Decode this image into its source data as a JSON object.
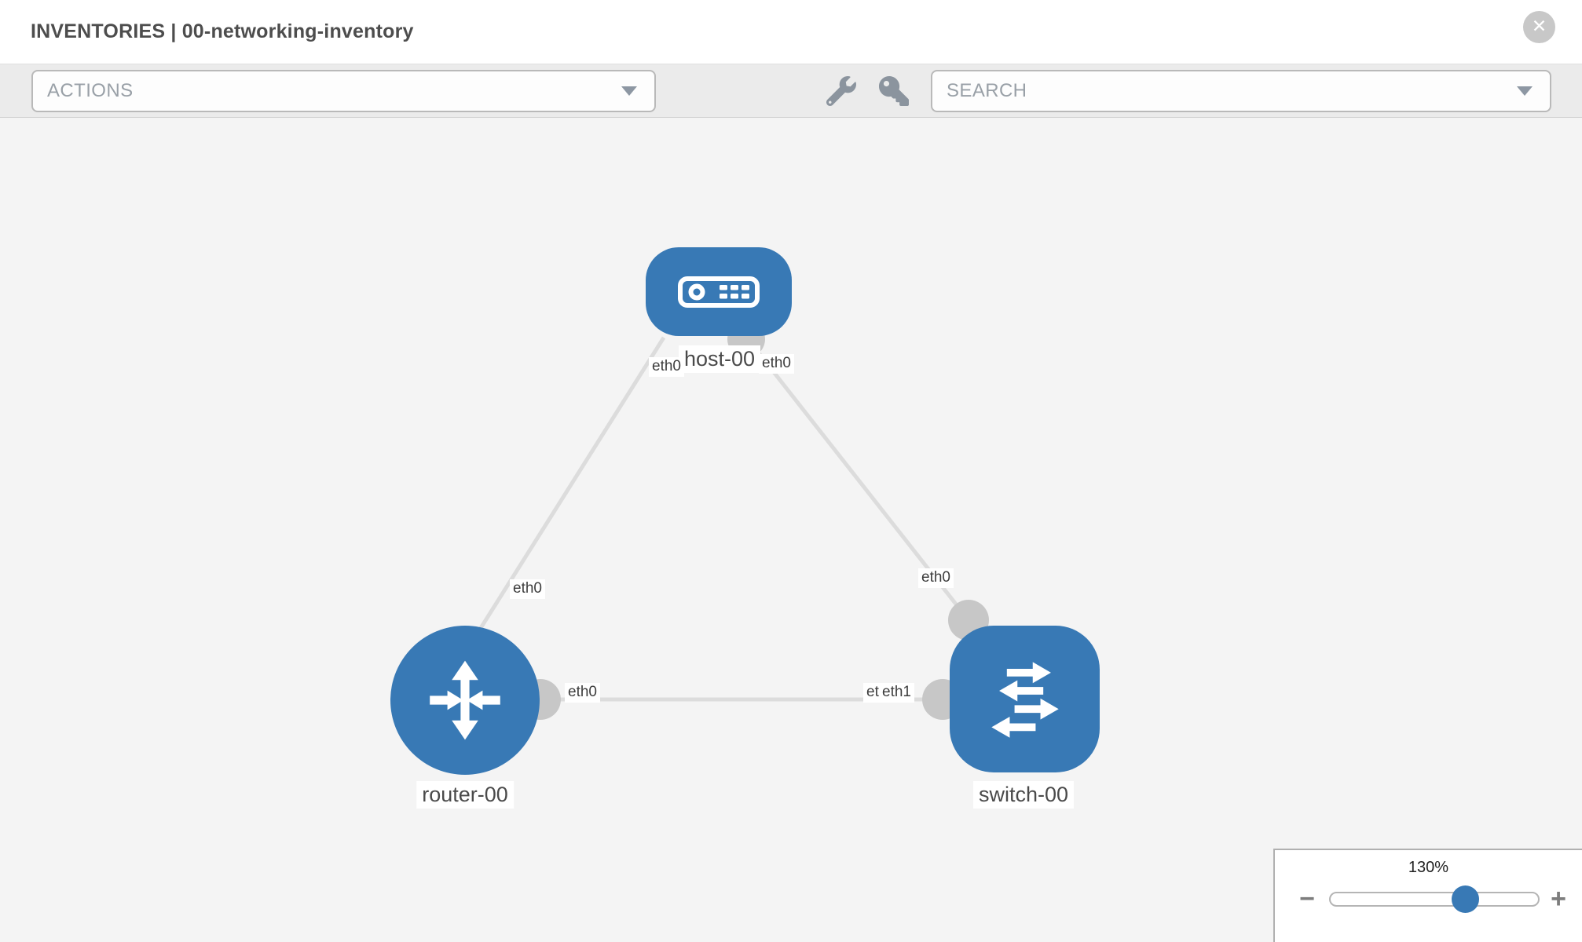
{
  "header": {
    "title": "INVENTORIES | 00-networking-inventory",
    "close_icon": "✕"
  },
  "toolbar": {
    "actions_label": "ACTIONS",
    "search_placeholder": "SEARCH",
    "icons": [
      "wrench-icon",
      "key-icon"
    ]
  },
  "topology": {
    "nodes": [
      {
        "id": "host-00",
        "type": "host",
        "label": "host-00"
      },
      {
        "id": "router-00",
        "type": "router",
        "label": "router-00"
      },
      {
        "id": "switch-00",
        "type": "switch",
        "label": "switch-00"
      }
    ],
    "links": [
      {
        "from": "host-00",
        "from_interface": "eth0",
        "to": "router-00",
        "to_interface": "eth0"
      },
      {
        "from": "host-00",
        "from_interface": "eth0",
        "to": "switch-00",
        "to_interface": "eth0"
      },
      {
        "from": "router-00",
        "from_interface": "eth0",
        "to": "switch-00",
        "to_interface": "eth1"
      }
    ],
    "interface_labels": [
      "eth0",
      "eth0",
      "eth0",
      "eth0",
      "eth0",
      "eth0",
      "eth1"
    ]
  },
  "zoom_control": {
    "level": "130%",
    "minus_label": "−",
    "plus_label": "+"
  },
  "colors": {
    "node_blue": "#3879b5",
    "connector_gray": "#c7c7c7",
    "link_gray": "#dcdcdc",
    "icon_gray": "#8b949e"
  }
}
